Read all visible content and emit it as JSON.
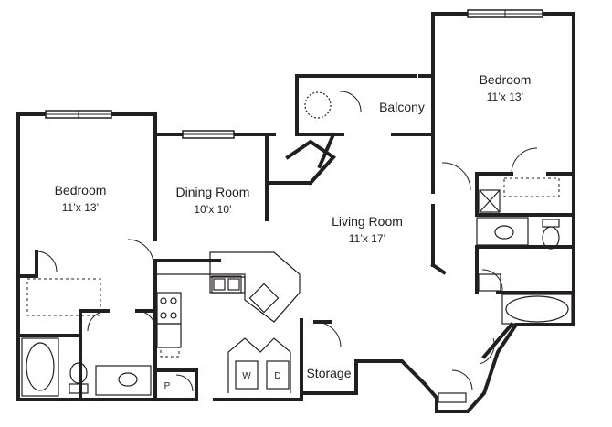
{
  "rooms": {
    "bedroom_left": {
      "name": "Bedroom",
      "dims": "11’x 13’"
    },
    "dining_room": {
      "name": "Dining Room",
      "dims": "10’x 10’"
    },
    "living_room": {
      "name": "Living Room",
      "dims": "11’x 17’"
    },
    "balcony": {
      "name": "Balcony"
    },
    "bedroom_right": {
      "name": "Bedroom",
      "dims": "11’x 13’"
    },
    "storage": {
      "name": "Storage"
    }
  },
  "fixtures": {
    "washer": "W",
    "dryer": "D",
    "pantry": "P"
  }
}
